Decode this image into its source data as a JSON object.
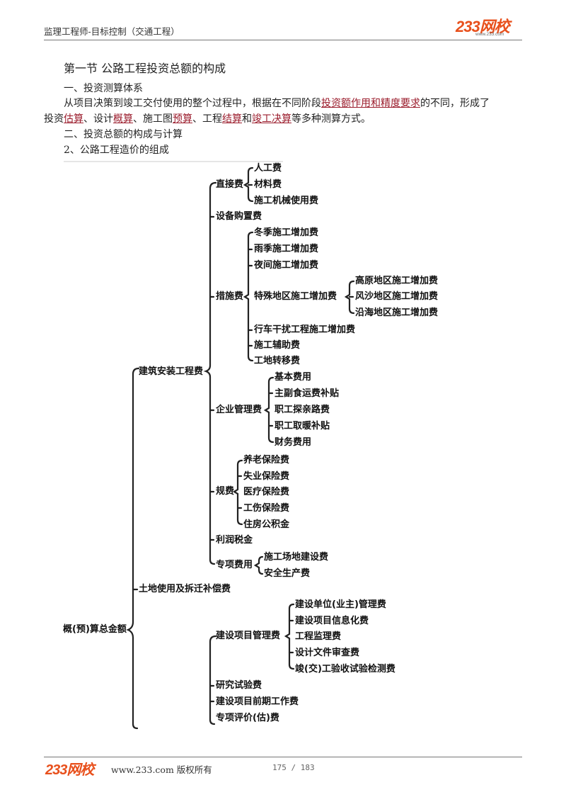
{
  "header": {
    "title": "监理工程师-目标控制（交通工程）",
    "logo": "233网校",
    "logo_sub": "www.233.com"
  },
  "section_title": "第一节  公路工程投资总额的构成",
  "sub1": "一、投资测算体系",
  "para": {
    "l1a": "从项目决策到竣工交付使用的整个过程中，根据在不同阶段",
    "l1b": "投资额作用和精度要求",
    "l1c": "的不同，形成了",
    "l2a": "投资",
    "l2b": "估算",
    "l2c": "、设计",
    "l2d": "概算",
    "l2e": "、施工图",
    "l2f": "预算",
    "l2g": "、工程",
    "l2h": "结算",
    "l2i": "和",
    "l2j": "竣工决算",
    "l2k": "等多种测算方式。"
  },
  "sub2": "二、投资总额的构成与计算",
  "sub3": "2、公路工程造价的组成",
  "tree": {
    "root": "概(预)算总金额",
    "a1": "建筑安装工程费",
    "a2": "土地使用及拆迁补偿费",
    "b_direct": "直接费",
    "c_direct": [
      "人工费",
      "材料费",
      "施工机械使用费"
    ],
    "b_equip": "设备购置费",
    "b_measure": "措施费",
    "c_measure": [
      "冬季施工增加费",
      "雨季施工增加费",
      "夜间施工增加费",
      "特殊地区施工增加费",
      "行车干扰工程施工增加费",
      "施工辅助费",
      "工地转移费"
    ],
    "d_special": [
      "高原地区施工增加费",
      "风沙地区施工增加费",
      "沿海地区施工增加费"
    ],
    "b_mgmt": "企业管理费",
    "c_mgmt": [
      "基本费用",
      "主副食运费补贴",
      "职工探亲路费",
      "职工取暖补贴",
      "财务费用"
    ],
    "b_fee": "规费",
    "c_fee": [
      "养老保险费",
      "失业保险费",
      "医疗保险费",
      "工伤保险费",
      "住房公积金"
    ],
    "b_profit": "利润税金",
    "b_spec": "专项费用",
    "c_spec": [
      "施工场地建设费",
      "安全生产费"
    ],
    "b_pm": "建设项目管理费",
    "c_pm": [
      "建设单位(业主)管理费",
      "建设项目信息化费",
      "工程监理费",
      "设计文件审查费",
      "竣(交)工验收试验检测费"
    ],
    "b_research": "研究试验费",
    "b_early": "建设项目前期工作费",
    "b_eval": "专项评价(估)费"
  },
  "footer": {
    "logo": "233网校",
    "site": "www.233.com 版权所有",
    "page": "175 / 183"
  }
}
